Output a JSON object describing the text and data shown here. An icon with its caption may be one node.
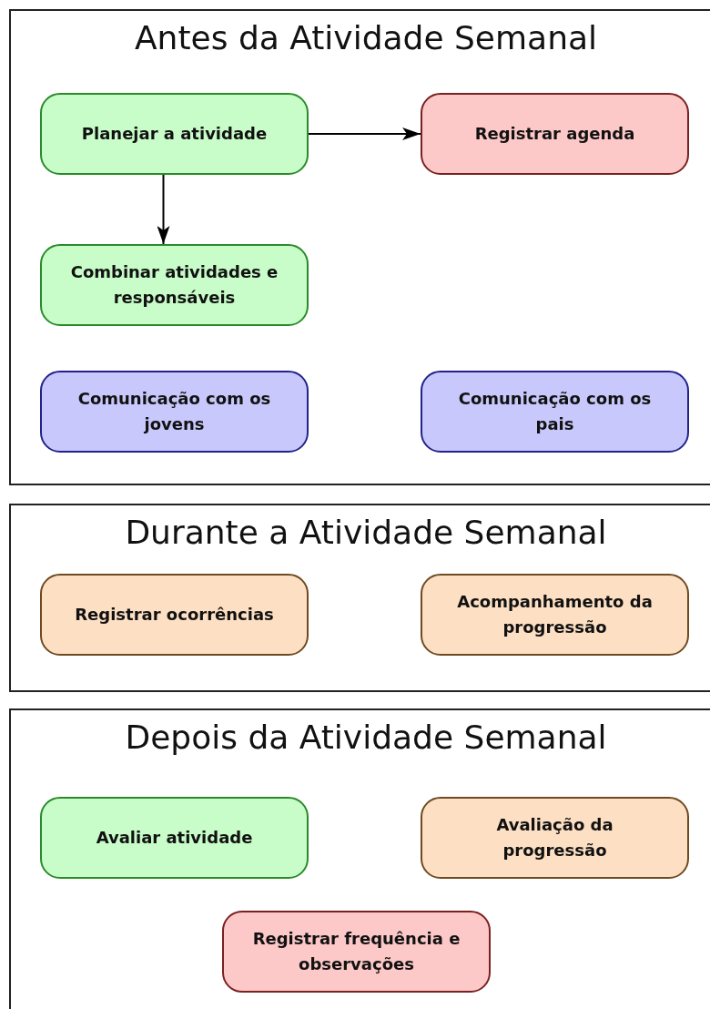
{
  "diagram": {
    "nodes": [
      {
        "text": [
          "Antes da Atividade Semanal"
        ]
      },
      {
        "text": [
          "Planejar a atividade"
        ],
        "in": 0
      },
      {
        "text": [
          "Registrar agenda"
        ],
        "in": 0
      },
      {
        "text": [
          "Combinar atividades e responsáveis"
        ],
        "in": 0
      },
      {
        "text": [
          "Comunicação com os jovens"
        ],
        "in": 0
      },
      {
        "text": [
          "Comunicação com os pais"
        ],
        "in": 0
      },
      {
        "text": [
          "Durante a Atividade Semanal"
        ]
      },
      {
        "text": [
          "Registrar ocorrências"
        ],
        "in": 6
      },
      {
        "text": [
          "Acompanhamento da progressão"
        ],
        "in": 6
      },
      {
        "text": [
          "Depois da Atividade Semanal"
        ]
      },
      {
        "text": [
          "Avaliar atividade"
        ],
        "in": 9
      },
      {
        "text": [
          "Avaliação da progressão"
        ],
        "in": 9
      },
      {
        "text": [
          "Registrar frequência e observações"
        ],
        "in": 9
      }
    ],
    "edges": [
      {
        "from": 1,
        "to": 2,
        "arrow": "to"
      },
      {
        "from": 1,
        "to": 3,
        "arrow": "to"
      }
    ]
  }
}
